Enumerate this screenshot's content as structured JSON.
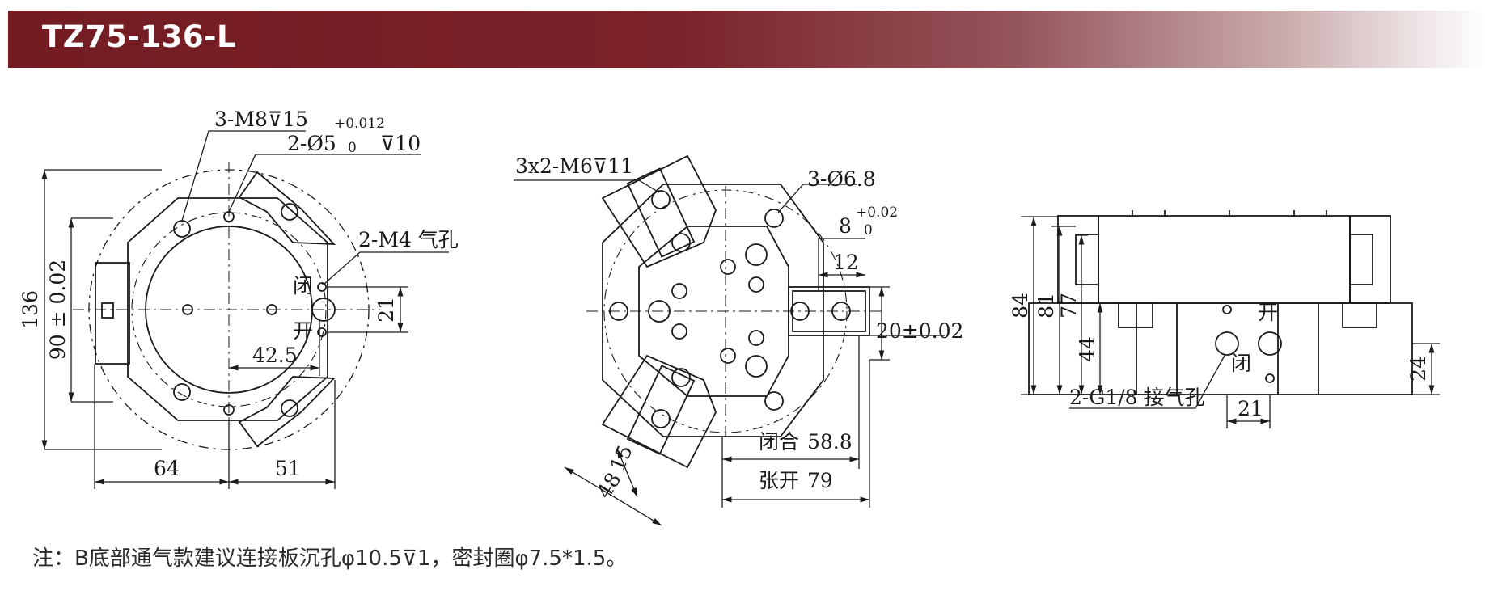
{
  "header": {
    "model": "TZ75-136-L"
  },
  "view_top": {
    "thread_holes": "3-M8⊽15",
    "pin_hole": "2-Ø5",
    "pin_tol_upper": "+0.012",
    "pin_tol_lower": "0",
    "pin_depth": "⊽10",
    "air_holes": "2-M4 气孔",
    "close": "闭",
    "open": "开",
    "dim_136": "136",
    "dim_90": "90 ± 0.02",
    "dim_21": "21",
    "dim_42_5": "42.5",
    "dim_64": "64",
    "dim_51": "51"
  },
  "view_jaw": {
    "jaw_threads": "3x2-M6⊽11",
    "holes": "3-Ø6.8",
    "slot": "8",
    "slot_tol_upper": "+0.02",
    "slot_tol_lower": "0",
    "dim_12": "12",
    "dim_20": "20±0.02",
    "dim_15": "15",
    "dim_48": "48",
    "closed_label": "闭合",
    "closed_value": "58.8",
    "open_label": "张开",
    "open_value": "79"
  },
  "view_side": {
    "dim_84": "84",
    "dim_81": "81",
    "dim_77": "77",
    "dim_44": "44",
    "dim_24": "24",
    "dim_21": "21",
    "open": "开",
    "close": "闭",
    "air_ports": "2-G1/8 接气孔"
  },
  "footer": {
    "note": "注：B底部通气款建议连接板沉孔φ10.5⊽1，密封圈φ7.5*1.5。"
  },
  "colors": {
    "banner": "#731c22",
    "line": "#1a1a1a"
  }
}
